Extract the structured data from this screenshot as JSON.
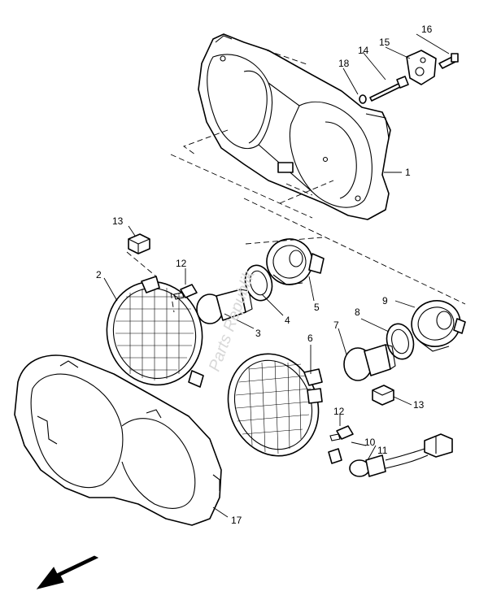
{
  "diagram": {
    "callouts": [
      {
        "id": "c1",
        "label": "1"
      },
      {
        "id": "c2",
        "label": "2"
      },
      {
        "id": "c3",
        "label": "3"
      },
      {
        "id": "c4",
        "label": "4"
      },
      {
        "id": "c5",
        "label": "5"
      },
      {
        "id": "c6",
        "label": "6"
      },
      {
        "id": "c7",
        "label": "7"
      },
      {
        "id": "c8",
        "label": "8"
      },
      {
        "id": "c9",
        "label": "9"
      },
      {
        "id": "c10",
        "label": "10"
      },
      {
        "id": "c11",
        "label": "11"
      },
      {
        "id": "c12a",
        "label": "12"
      },
      {
        "id": "c12b",
        "label": "12"
      },
      {
        "id": "c13a",
        "label": "13"
      },
      {
        "id": "c13b",
        "label": "13"
      },
      {
        "id": "c14",
        "label": "14"
      },
      {
        "id": "c15",
        "label": "15"
      },
      {
        "id": "c16",
        "label": "16"
      },
      {
        "id": "c17",
        "label": "17"
      },
      {
        "id": "c18",
        "label": "18"
      }
    ],
    "watermark": "Parts Republik"
  }
}
